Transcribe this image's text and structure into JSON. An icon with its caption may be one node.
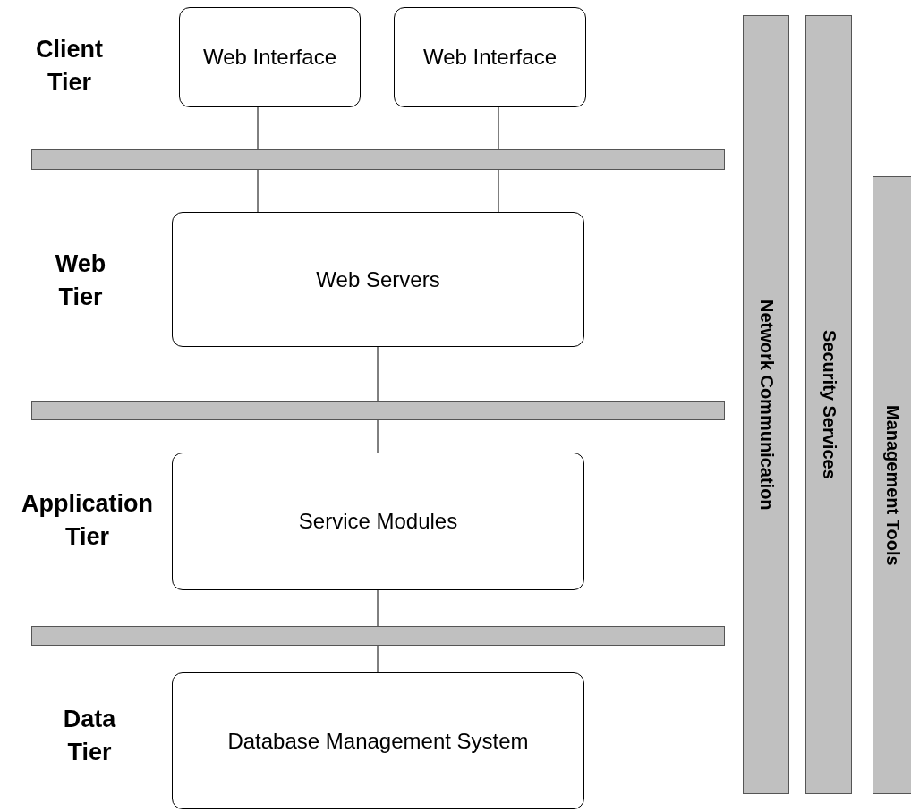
{
  "diagram": {
    "nodes": [
      {
        "text": [
          "Web Interface"
        ]
      },
      {
        "text": [
          "Web Interface"
        ]
      },
      {
        "text": [],
        "shape": "bar"
      },
      {
        "text": [
          "Web Servers"
        ]
      },
      {
        "text": [],
        "shape": "bar"
      },
      {
        "text": [
          "Service Modules"
        ]
      },
      {
        "text": [],
        "shape": "bar"
      },
      {
        "text": [
          "Database Management System"
        ]
      },
      {
        "text": [
          "Network Communication"
        ]
      },
      {
        "text": [
          "Security Services"
        ]
      },
      {
        "text": [
          "Management Tools"
        ]
      }
    ],
    "edges": [
      {
        "from": 0,
        "to": 2,
        "arrow": "none"
      },
      {
        "from": 1,
        "to": 2,
        "arrow": "none"
      },
      {
        "from": 2,
        "to": 3,
        "arrow": "none"
      },
      {
        "from": 2,
        "to": 3,
        "arrow": "none"
      },
      {
        "from": 3,
        "to": 4,
        "arrow": "none"
      },
      {
        "from": 4,
        "to": 5,
        "arrow": "none"
      },
      {
        "from": 5,
        "to": 6,
        "arrow": "none"
      },
      {
        "from": 6,
        "to": 7,
        "arrow": "none"
      }
    ],
    "labels": [
      "Client Tier",
      "Web Tier",
      "Application Tier",
      "Data Tier"
    ]
  }
}
